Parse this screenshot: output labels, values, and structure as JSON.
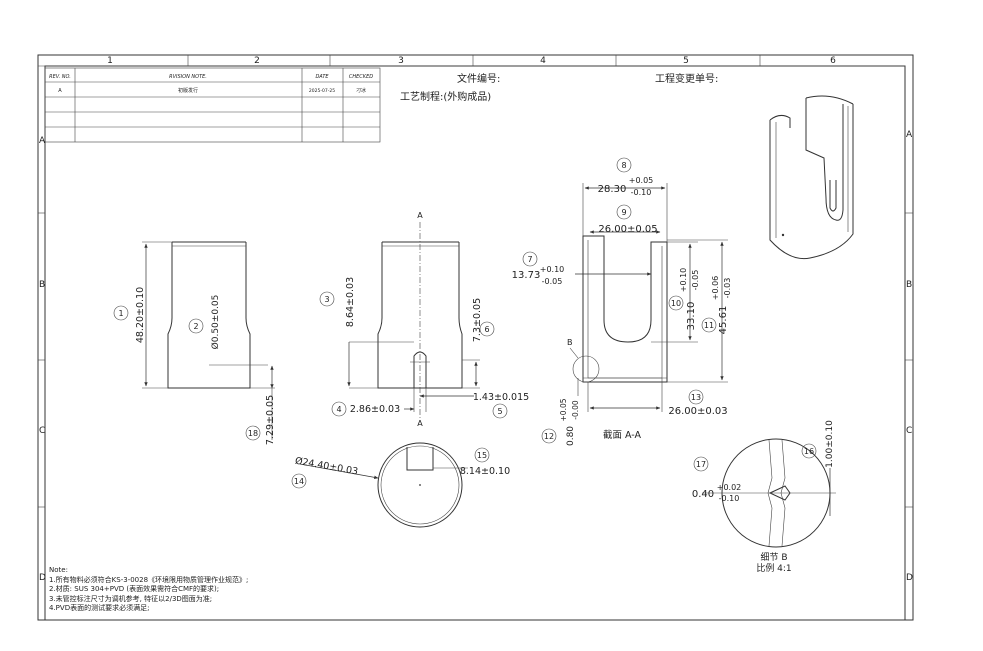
{
  "zones": {
    "columns": [
      "1",
      "2",
      "3",
      "4",
      "5",
      "6"
    ],
    "rows": [
      "A",
      "B",
      "C",
      "D"
    ]
  },
  "revision_table": {
    "headers": [
      "REV. NO.",
      "RVISION NOTE.",
      "DATE",
      "CHECKED"
    ],
    "rows": [
      [
        "A",
        "初版发行",
        "2025-07-25",
        "刁冰"
      ]
    ]
  },
  "header": {
    "doc_number_label": "文件编号:",
    "change_number_label": "工程变更单号:",
    "process_label": "工艺制程:(外购成品)"
  },
  "dimensions": {
    "d1": {
      "bubble": "1",
      "text": "48.20±0.10"
    },
    "d2": {
      "bubble": "2",
      "text": "Ø0.50±0.05"
    },
    "d3": {
      "bubble": "3",
      "text": "8.64±0.03"
    },
    "d4": {
      "bubble": "4",
      "text": "2.86±0.03"
    },
    "d5": {
      "bubble": "5",
      "text": "1.43±0.015"
    },
    "d6": {
      "bubble": "6",
      "text": "7.3±0.05"
    },
    "d7": {
      "bubble": "7",
      "base": "13.73",
      "upper": "+0.10",
      "lower": "-0.05"
    },
    "d8": {
      "bubble": "8",
      "base": "28.30",
      "upper": "+0.05",
      "lower": "-0.10"
    },
    "d9": {
      "bubble": "9",
      "text": "26.00±0.05"
    },
    "d10": {
      "bubble": "10",
      "base": "33.10",
      "upper": "+0.10",
      "lower": "-0.05"
    },
    "d11": {
      "bubble": "11",
      "base": "45.61",
      "upper": "+0.06",
      "lower": "-0.03"
    },
    "d12": {
      "bubble": "12",
      "base": "0.80",
      "upper": "+0.05",
      "lower": "-0.00"
    },
    "d13": {
      "bubble": "13",
      "text": "26.00±0.03"
    },
    "d14": {
      "bubble": "14",
      "text": "Ø24.40±0.03"
    },
    "d15": {
      "bubble": "15",
      "text": "8.14±0.10"
    },
    "d16": {
      "bubble": "16",
      "text": "1.00±0.10"
    },
    "d17": {
      "bubble": "17",
      "base": "0.40",
      "upper": "+0.02",
      "lower": "-0.10"
    },
    "d18": {
      "bubble": "18",
      "text": "7.29±0.05"
    }
  },
  "labels": {
    "section_mark": "A",
    "detail_mark": "B",
    "section_title": "截面 A-A",
    "detail_title": "细节 B",
    "detail_scale": "比例 4:1"
  },
  "notes": {
    "title": "Note:",
    "items": [
      "1.所有物料必须符合KS-3-0028《环境限用物质管理作业规范》;",
      "2.材质: SUS 304+PVD (表面效果需符合CMF的要求);",
      "3.未管控标注尺寸为调机参考, 特征以2/3D图面为准;",
      "4.PVD表面的测试要求必须满足;"
    ]
  }
}
